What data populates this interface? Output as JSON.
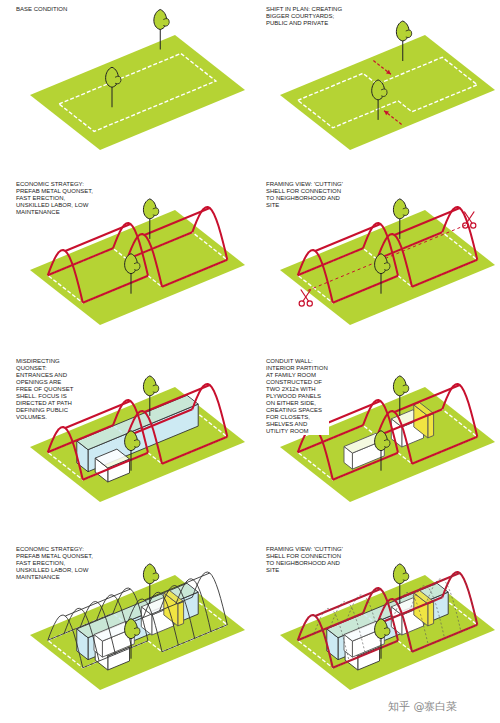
{
  "diagram": {
    "labels": [
      "BASE CONDITION",
      "SHIFT IN PLAN: CREATING BIGGER COURTYARDS; PUBLIC AND PRIVATE",
      "ECONOMIC STRATEGY: PREFAB METAL QUONSET, FAST ERECTION, UNSKILLED LABOR, LOW MAINTENANCE",
      "FRAMING VIEW: 'CUTTING' SHELL FOR CONNECTION TO NEIGHBORHOOD AND SITE",
      "MISDIRECTING QUONSET: ENTRANCES AND OPENINGS ARE FREE OF QUONSET SHELL. FOCUS IS DIRECTED AT PATH DEFINING PUBLIC VOLUMES.",
      "CONDUIT WALL: INTERIOR PARTITION AT FAMILY ROOM CONSTRUCTED OF TWO 2X12s WITH PLYWOOD PANELS ON EITHER SIDE, CREATING SPACES FOR CLOSETS, SHELVES AND UTILITY ROOM",
      "ECONOMIC STRATEGY: PREFAB METAL QUONSET, FAST ERECTION, UNSKILLED LABOR, LOW MAINTENANCE",
      "FRAMING VIEW: 'CUTTING' SHELL FOR CONNECTION TO NEIGHBORHOOD AND SITE",
      "知乎 @寨白菜"
    ]
  }
}
